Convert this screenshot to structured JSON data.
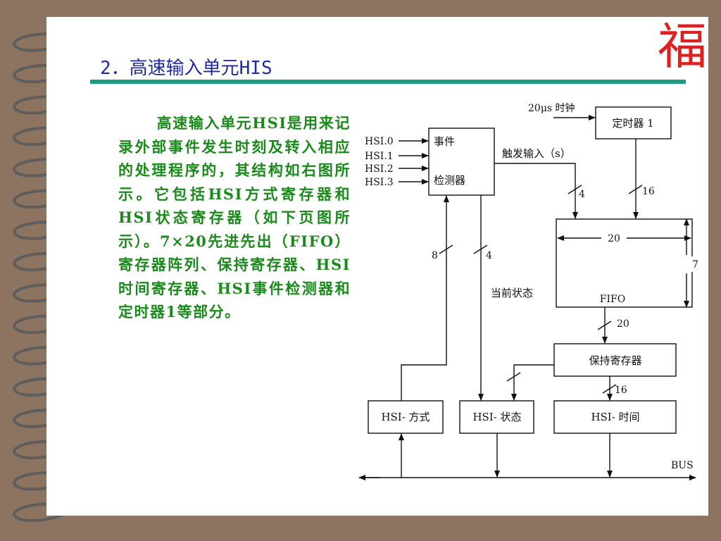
{
  "slide": {
    "title": "2．高速输入单元HIS",
    "ornament_char": "福",
    "description": "高速输入单元HSI是用来记录外部事件发生时刻及转入相应的处理程序的，其结构如右图所示。它包括HSI方式寄存器和HSI状态寄存器（如下页图所示）。7×20先进先出（FIFO）寄存器阵列、保持寄存器、HSI时间寄存器、HSI事件检测器和定时器1等部分。",
    "colors": {
      "title": "#1f2aa8",
      "rule": "#1c9c82",
      "text": "#1a8a1a",
      "ornament": "#e02020",
      "frame": "#8c7461"
    }
  },
  "diagram": {
    "clock_label": "20μs 时钟",
    "timer_label": "定时器 1",
    "inputs": [
      "HSI.0",
      "HSI.1",
      "HSI.2",
      "HSI.3"
    ],
    "detector_label_1": "事件",
    "detector_label_2": "检测器",
    "trigger_label": "触发输入（s）",
    "bus_width_4": "4",
    "bus_width_16": "16",
    "fifo_width": "20",
    "fifo_label": "FIFO",
    "fifo_depth": "7",
    "mode_bus_width": "8",
    "status_bus_width": "4",
    "current_status_label": "当前状态",
    "fifo_out_width": "20",
    "holding_label": "保持寄存器",
    "holding_out_width": "16",
    "mode_reg_label": "HSI- 方式",
    "status_reg_label": "HSI- 状态",
    "time_reg_label": "HSI- 时间",
    "bus_label": "BUS"
  }
}
